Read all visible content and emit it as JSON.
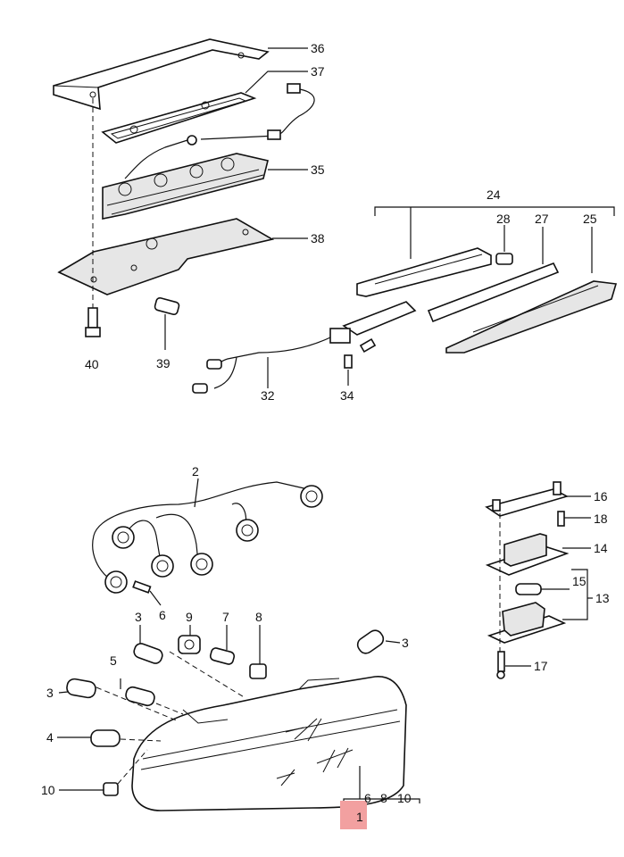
{
  "callouts": {
    "c36": "36",
    "c37": "37",
    "c35": "35",
    "c38": "38",
    "c40": "40",
    "c39": "39",
    "c32": "32",
    "c34": "34",
    "c24": "24",
    "c28": "28",
    "c27": "27",
    "c25": "25",
    "c2": "2",
    "c6": "6",
    "c3a": "3",
    "c9": "9",
    "c7": "7",
    "c8": "8",
    "c3b": "3",
    "c5": "5",
    "c3c": "3",
    "c4": "4",
    "c10a": "10",
    "c16": "16",
    "c18": "18",
    "c14": "14",
    "c15": "15",
    "c13": "13",
    "c17": "17",
    "c6b": "6",
    "c8b": "8",
    "c10b": "10",
    "c1": "1"
  },
  "colors": {
    "highlight": "#f2a0a0",
    "line": "#111111"
  }
}
